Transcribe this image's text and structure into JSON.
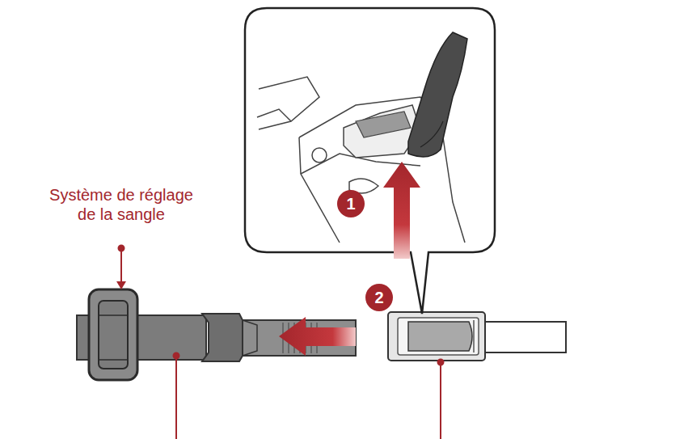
{
  "diagram": {
    "labels": [
      "Système de réglage de la sangle",
      "1",
      "2"
    ]
  }
}
